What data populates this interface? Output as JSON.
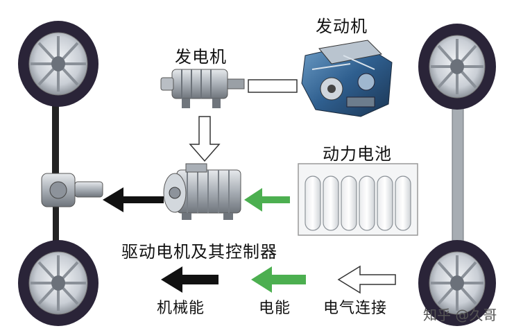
{
  "labels": {
    "engine": "发动机",
    "generator": "发电机",
    "battery": "动力电池",
    "motor_controller": "驱动电机及其控制器",
    "mechanical_energy": "机械能",
    "electrical_energy": "电能",
    "electrical_connection": "电气连接"
  },
  "watermark": "知乎 @久哥",
  "colors": {
    "mechanical_arrow": "#111111",
    "electrical_arrow": "#4caf50",
    "connection_arrow": "#ffffff",
    "tire": "#2a2438",
    "rim": "#d9dde3",
    "axle": "#9aa0a6"
  }
}
